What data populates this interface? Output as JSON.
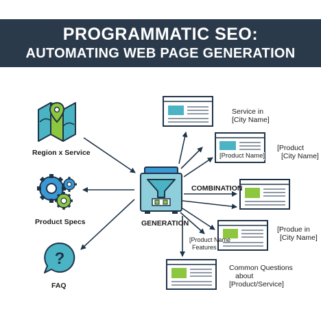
{
  "title": {
    "line1": "PROGRAMMATIC SEO:",
    "line2": "AUTOMATING WEB PAGE GENERATION"
  },
  "inputs": {
    "region": "Region x Service",
    "product": "Product Specs",
    "faq": "FAQ"
  },
  "center": {
    "generation": "GENERATION",
    "combination": "COMBINATION"
  },
  "pages": {
    "page1_line1": "Service in",
    "page1_line2": "[City Name]",
    "page2_inline": "[Product Name]",
    "page2_line1": "[Product",
    "page2_line2": "[City Name]",
    "page4_line1": "[Produe in",
    "page4_line2": "[City Name]",
    "features_line1": "[Product Name",
    "features_line2": "Features",
    "page5_line1": "Common Questions",
    "page5_line2": "about",
    "page5_line3": "[Product/Service]"
  },
  "colors": {
    "banner": "#2b3a4b",
    "teal": "#4ab3c4",
    "green": "#8dc63f",
    "blue": "#3a99d4",
    "navy": "#1f3347"
  }
}
